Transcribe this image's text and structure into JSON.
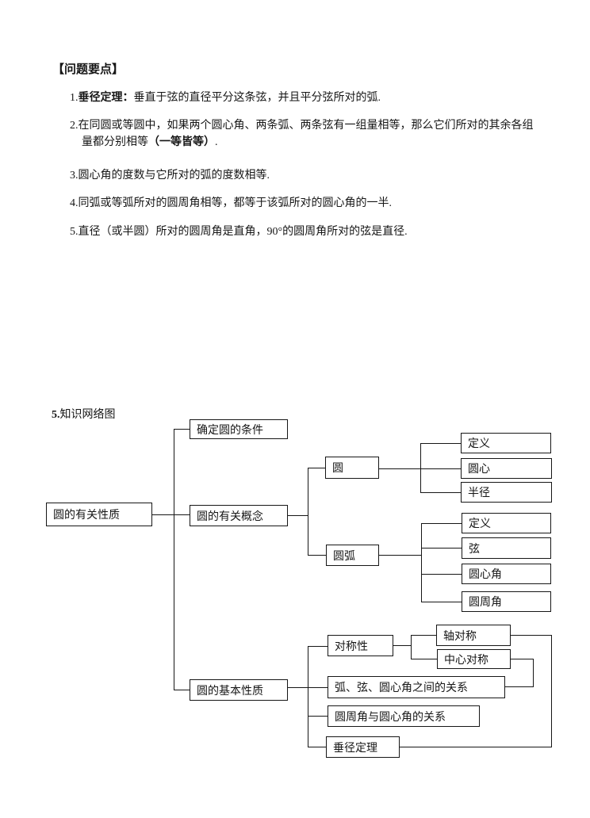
{
  "content": {
    "heading": "【问题要点】",
    "item1": {
      "num": "1.",
      "lead": "垂径定理：",
      "rest": "垂直于弦的直径平分这条弦，并且平分弦所对的弧."
    },
    "item2": {
      "num": "2.",
      "line1": "在同圆或等圆中，如果两个圆心角、两条弧、两条弦有一组量相等，那么它们所对的其余各组",
      "line2a": "量都分别相等",
      "line2b": "（一等皆等）",
      "line2c": "."
    },
    "item3": {
      "num": "3.",
      "rest": "圆心角的度数与它所对的弧的度数相等."
    },
    "item4": {
      "num": "4.",
      "rest": "同弧或等弧所对的圆周角相等，都等于该弧所对的圆心角的一半."
    },
    "item5": {
      "num": "5.",
      "rest": "直径（或半圆）所对的圆周角是直角，90°的圆周角所对的弦是直径."
    }
  },
  "diagram": {
    "label_num": "5.",
    "label_text": "知识网络图",
    "nodes": {
      "root": "圆的有关性质",
      "conditions": "确定圆的条件",
      "concepts": "圆的有关概念",
      "basic": "圆的基本性质",
      "circle": "圆",
      "arc": "圆弧",
      "circle_def": "定义",
      "circle_center": "圆心",
      "circle_radius": "半径",
      "arc_def": "定义",
      "arc_chord": "弦",
      "arc_central_angle": "圆心角",
      "arc_inscribed_angle": "圆周角",
      "symmetry": "对称性",
      "axis_symmetry": "轴对称",
      "central_symmetry": "中心对称",
      "relation_arc_chord_angle": "弧、弦、圆心角之间的关系",
      "relation_inscribed_central": "圆周角与圆心角的关系",
      "perpendicular_theorem": "垂径定理"
    },
    "colors": {
      "background": "#ffffff",
      "line": "#161616",
      "text": "#161616"
    }
  }
}
